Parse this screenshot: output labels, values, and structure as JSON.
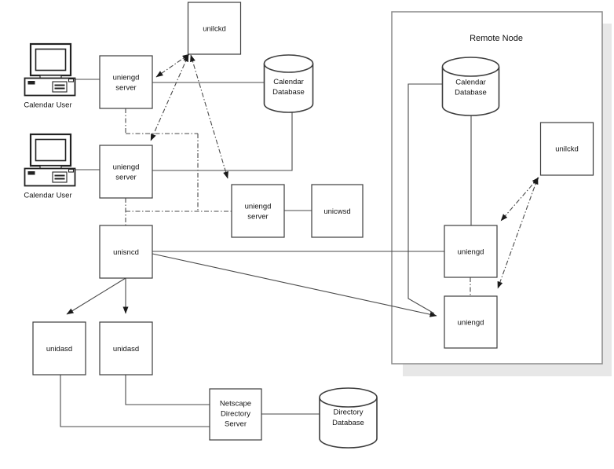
{
  "colors": {
    "background": "#ffffff",
    "line": "#4a4a4a",
    "box_border": "#3d3d3d",
    "remote_border": "#8a8a8a",
    "shadow": "#e7e7e7",
    "text": "#111111"
  },
  "labels": {
    "unilckd_top": "unilckd",
    "calendar_user_1": "Calendar User",
    "calendar_user_2": "Calendar User",
    "uniengd_server_1_line1": "uniengd",
    "uniengd_server_1_line2": "server",
    "uniengd_server_2_line1": "uniengd",
    "uniengd_server_2_line2": "server",
    "uniengd_server_3_line1": "uniengd",
    "uniengd_server_3_line2": "server",
    "calendar_database_line1": "Calendar",
    "calendar_database_line2": "Database",
    "unicwsd": "unicwsd",
    "unisncd": "unisncd",
    "unidasd_1": "unidasd",
    "unidasd_2": "unidasd",
    "netscape_line1": "Netscape",
    "netscape_line2": "Directory",
    "netscape_line3": "Server",
    "directory_database_line1": "Directory",
    "directory_database_line2": "Database",
    "remote_node_title": "Remote Node",
    "remote_calendar_database_line1": "Calendar",
    "remote_calendar_database_line2": "Database",
    "remote_unilckd": "unilckd",
    "remote_uniengd_1": "uniengd",
    "remote_uniengd_2": "uniengd"
  }
}
